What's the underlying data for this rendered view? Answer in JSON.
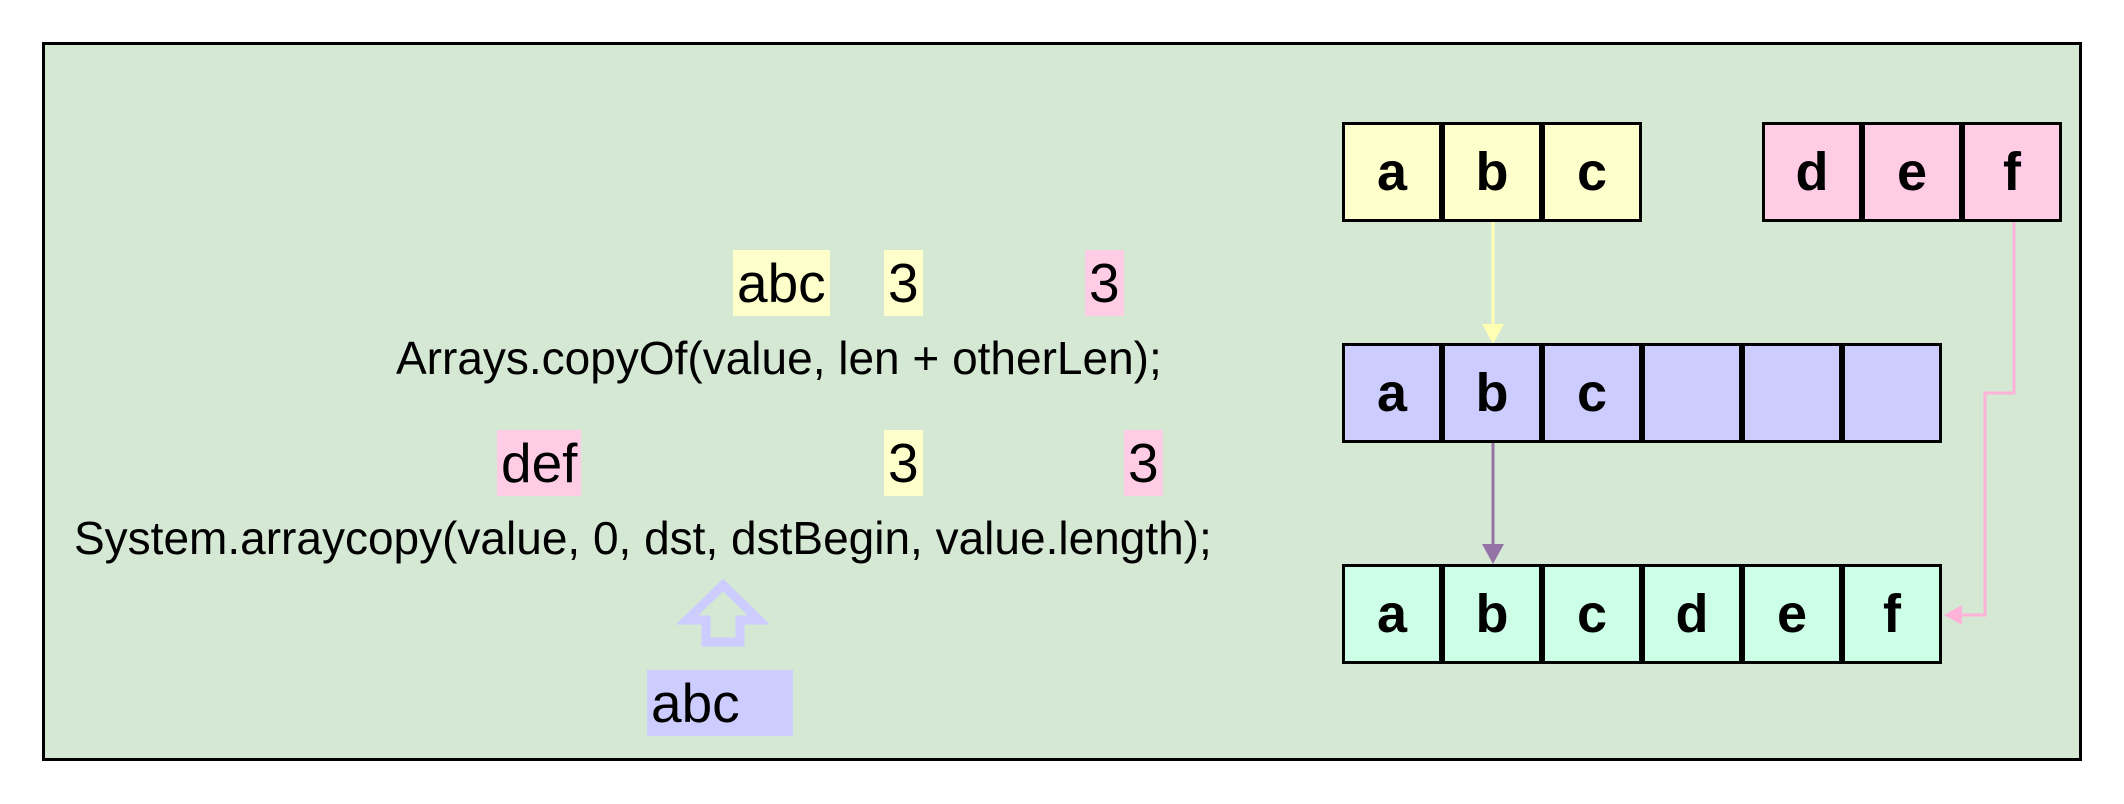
{
  "code": {
    "line1": {
      "text": "Arrays.copyOf(value, len + otherLen);",
      "annotations": [
        "abc",
        "3",
        "3"
      ]
    },
    "line2": {
      "text": "System.arraycopy(value, 0, dst, dstBegin, value.length);",
      "annotations": [
        "def",
        "3",
        "3"
      ]
    },
    "dst_label": "abc"
  },
  "arrays": {
    "source1": [
      "a",
      "b",
      "c"
    ],
    "source2": [
      "d",
      "e",
      "f"
    ],
    "copied": [
      "a",
      "b",
      "c",
      "",
      "",
      ""
    ],
    "result": [
      "a",
      "b",
      "c",
      "d",
      "e",
      "f"
    ]
  },
  "colors": {
    "background": "#d5e8d4",
    "yellow": "#ffffcc",
    "pink": "#ffcce6",
    "lavender": "#ccccff",
    "mint": "#ccffe6",
    "arrow_yellow": "#ffffb3",
    "arrow_purple": "#9673a6",
    "arrow_pink": "#ffb3d9",
    "up_arrow": "#ccccff"
  },
  "icons": {
    "up_arrow": "up-arrow-icon"
  }
}
